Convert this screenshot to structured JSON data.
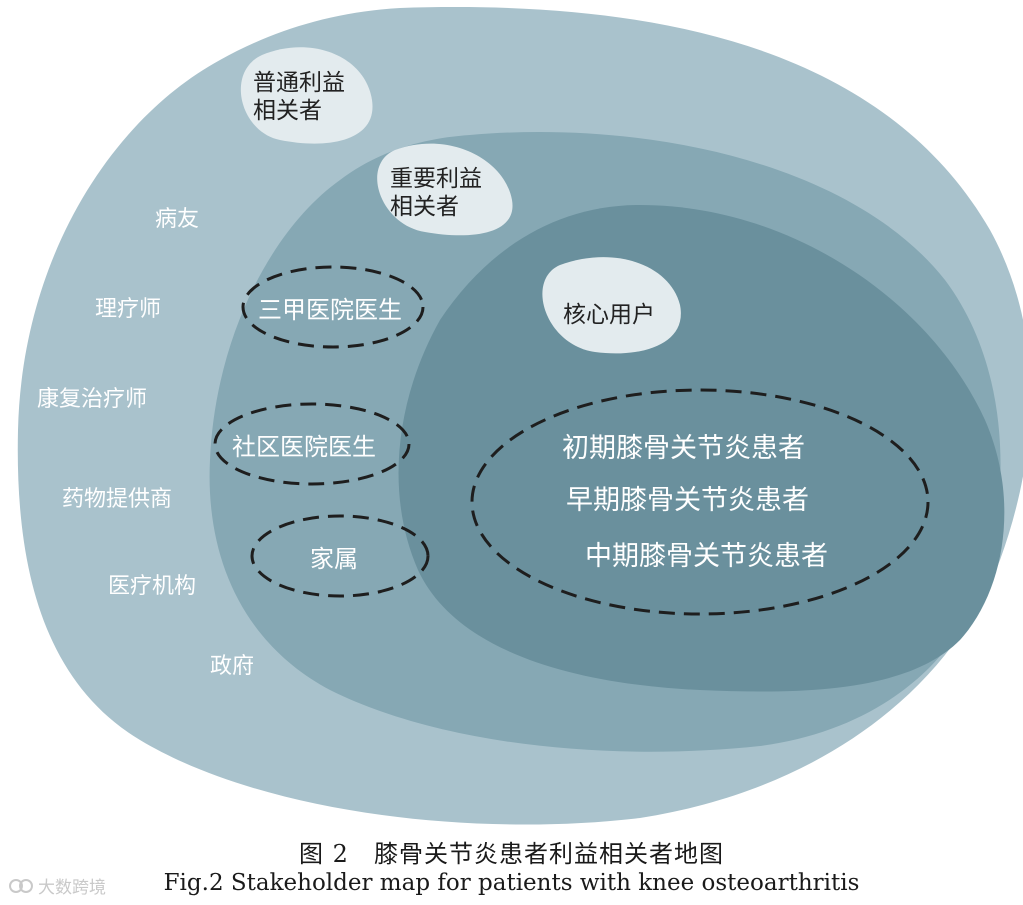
{
  "colors": {
    "outer": "#a9c2cc",
    "middle": "#86a8b4",
    "inner": "#6a909d",
    "tag_bg": "#e3ebee",
    "text_light": "#ffffff",
    "text_dark": "#222222",
    "dash": "#1e1e1e"
  },
  "rings": {
    "outer_tag": "普通利益\n相关者",
    "middle_tag": "重要利益\n相关者",
    "inner_tag": "核心用户"
  },
  "outer_items": [
    "病友",
    "理疗师",
    "康复治疗师",
    "药物提供商",
    "医疗机构",
    "政府"
  ],
  "middle_items": [
    "三甲医院医生",
    "社区医院医生",
    "家属"
  ],
  "core_items": [
    "初期膝骨关节炎患者",
    "早期膝骨关节炎患者",
    "中期膝骨关节炎患者"
  ],
  "caption": {
    "cn": "图 2　膝骨关节炎患者利益相关者地图",
    "en": "Fig.2 Stakeholder map for patients with knee osteoarthritis"
  },
  "watermark": "大数跨境"
}
